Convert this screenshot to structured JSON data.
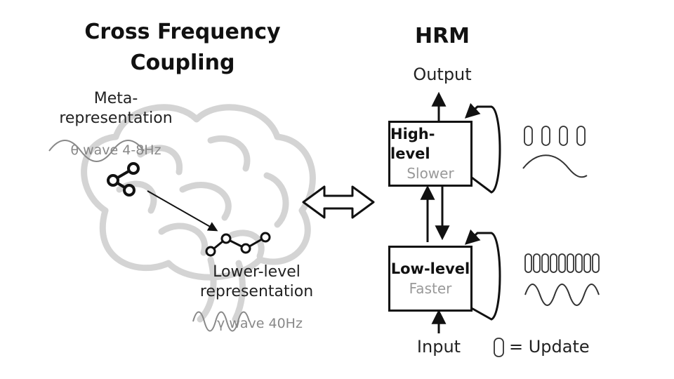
{
  "left": {
    "title_line1": "Cross Frequency",
    "title_line2": "Coupling",
    "meta_line1": "Meta-",
    "meta_line2": "representation",
    "theta_label": "θ wave 4-8Hz",
    "lower_line1": "Lower-level",
    "lower_line2": "representation",
    "gamma_label": "γ wave 40Hz"
  },
  "right": {
    "title": "HRM",
    "output_label": "Output",
    "input_label": "Input",
    "high_box": {
      "title": "High-level",
      "sub": "Slower"
    },
    "low_box": {
      "title": "Low-level",
      "sub": "Faster"
    },
    "legend_label": "= Update",
    "high_update_count": 4,
    "low_update_count": 9
  },
  "colors": {
    "ink": "#111111",
    "brain": "#d4d4d4",
    "muted": "#999999"
  }
}
